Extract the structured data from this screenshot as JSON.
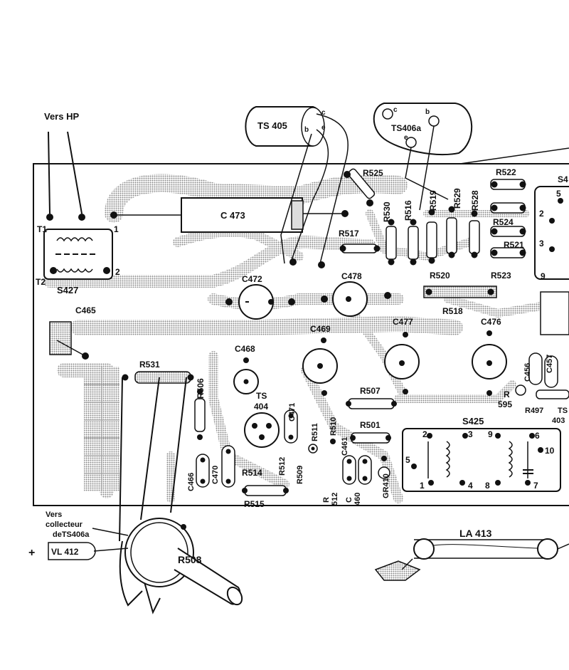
{
  "labels": {
    "vers_hp": "Vers HP",
    "t1": "T1",
    "t2": "T2",
    "s427": "S427",
    "pin1": "1",
    "pin2": "2",
    "c465": "C465",
    "c473": "C 473",
    "c472": "C472",
    "c478": "C478",
    "c469": "C469",
    "c468": "C468",
    "c477": "C477",
    "c476": "C476",
    "c470": "C470",
    "c471": "C471",
    "c461": "C461",
    "c466": "C466",
    "c460": "C\n460",
    "c456": "C456",
    "c457": "C457",
    "ts405": "TS 405",
    "ts406a": "TS406a",
    "ts404": "TS\n404",
    "ts405_b": "b",
    "ts405_c": "c",
    "ts405_e": "e",
    "ts406_c": "c",
    "ts406_b": "b",
    "ts406_e": "e",
    "r525": "R525",
    "r530": "R530",
    "r516": "R516",
    "r519": "R519",
    "r529": "R529",
    "r528": "R528",
    "r522": "R522",
    "r521": "R521",
    "r524": "R524",
    "r517": "R517",
    "r520": "R520",
    "r523": "R523",
    "r518": "R518",
    "r531": "R531",
    "r506": "R506",
    "r507": "R507",
    "r501": "R501",
    "r511": "R511",
    "r510": "R510",
    "r514": "R514",
    "r512": "R512",
    "r509": "R509",
    "r512b": "R\n512",
    "r515": "R515",
    "r595": "R\n595",
    "r497": "R497",
    "r508": "R508",
    "ts403": "TS\n403",
    "gr410": "GR410",
    "s425": "S425",
    "s425_pins": [
      "2",
      "3",
      "9",
      "6",
      "5",
      "10",
      "1",
      "4",
      "8",
      "7"
    ],
    "s4_partial": "S4",
    "s4_pins": [
      "5",
      "2",
      "3",
      "9"
    ],
    "vers_collecteur": "Vers\ncollecteur\ndeTS406a",
    "plus": "+",
    "vl412": "VL 412",
    "la413": "LA 413"
  },
  "colors": {
    "ink": "#111111",
    "trace": "#9a9a9a",
    "board": "#ffffff"
  }
}
